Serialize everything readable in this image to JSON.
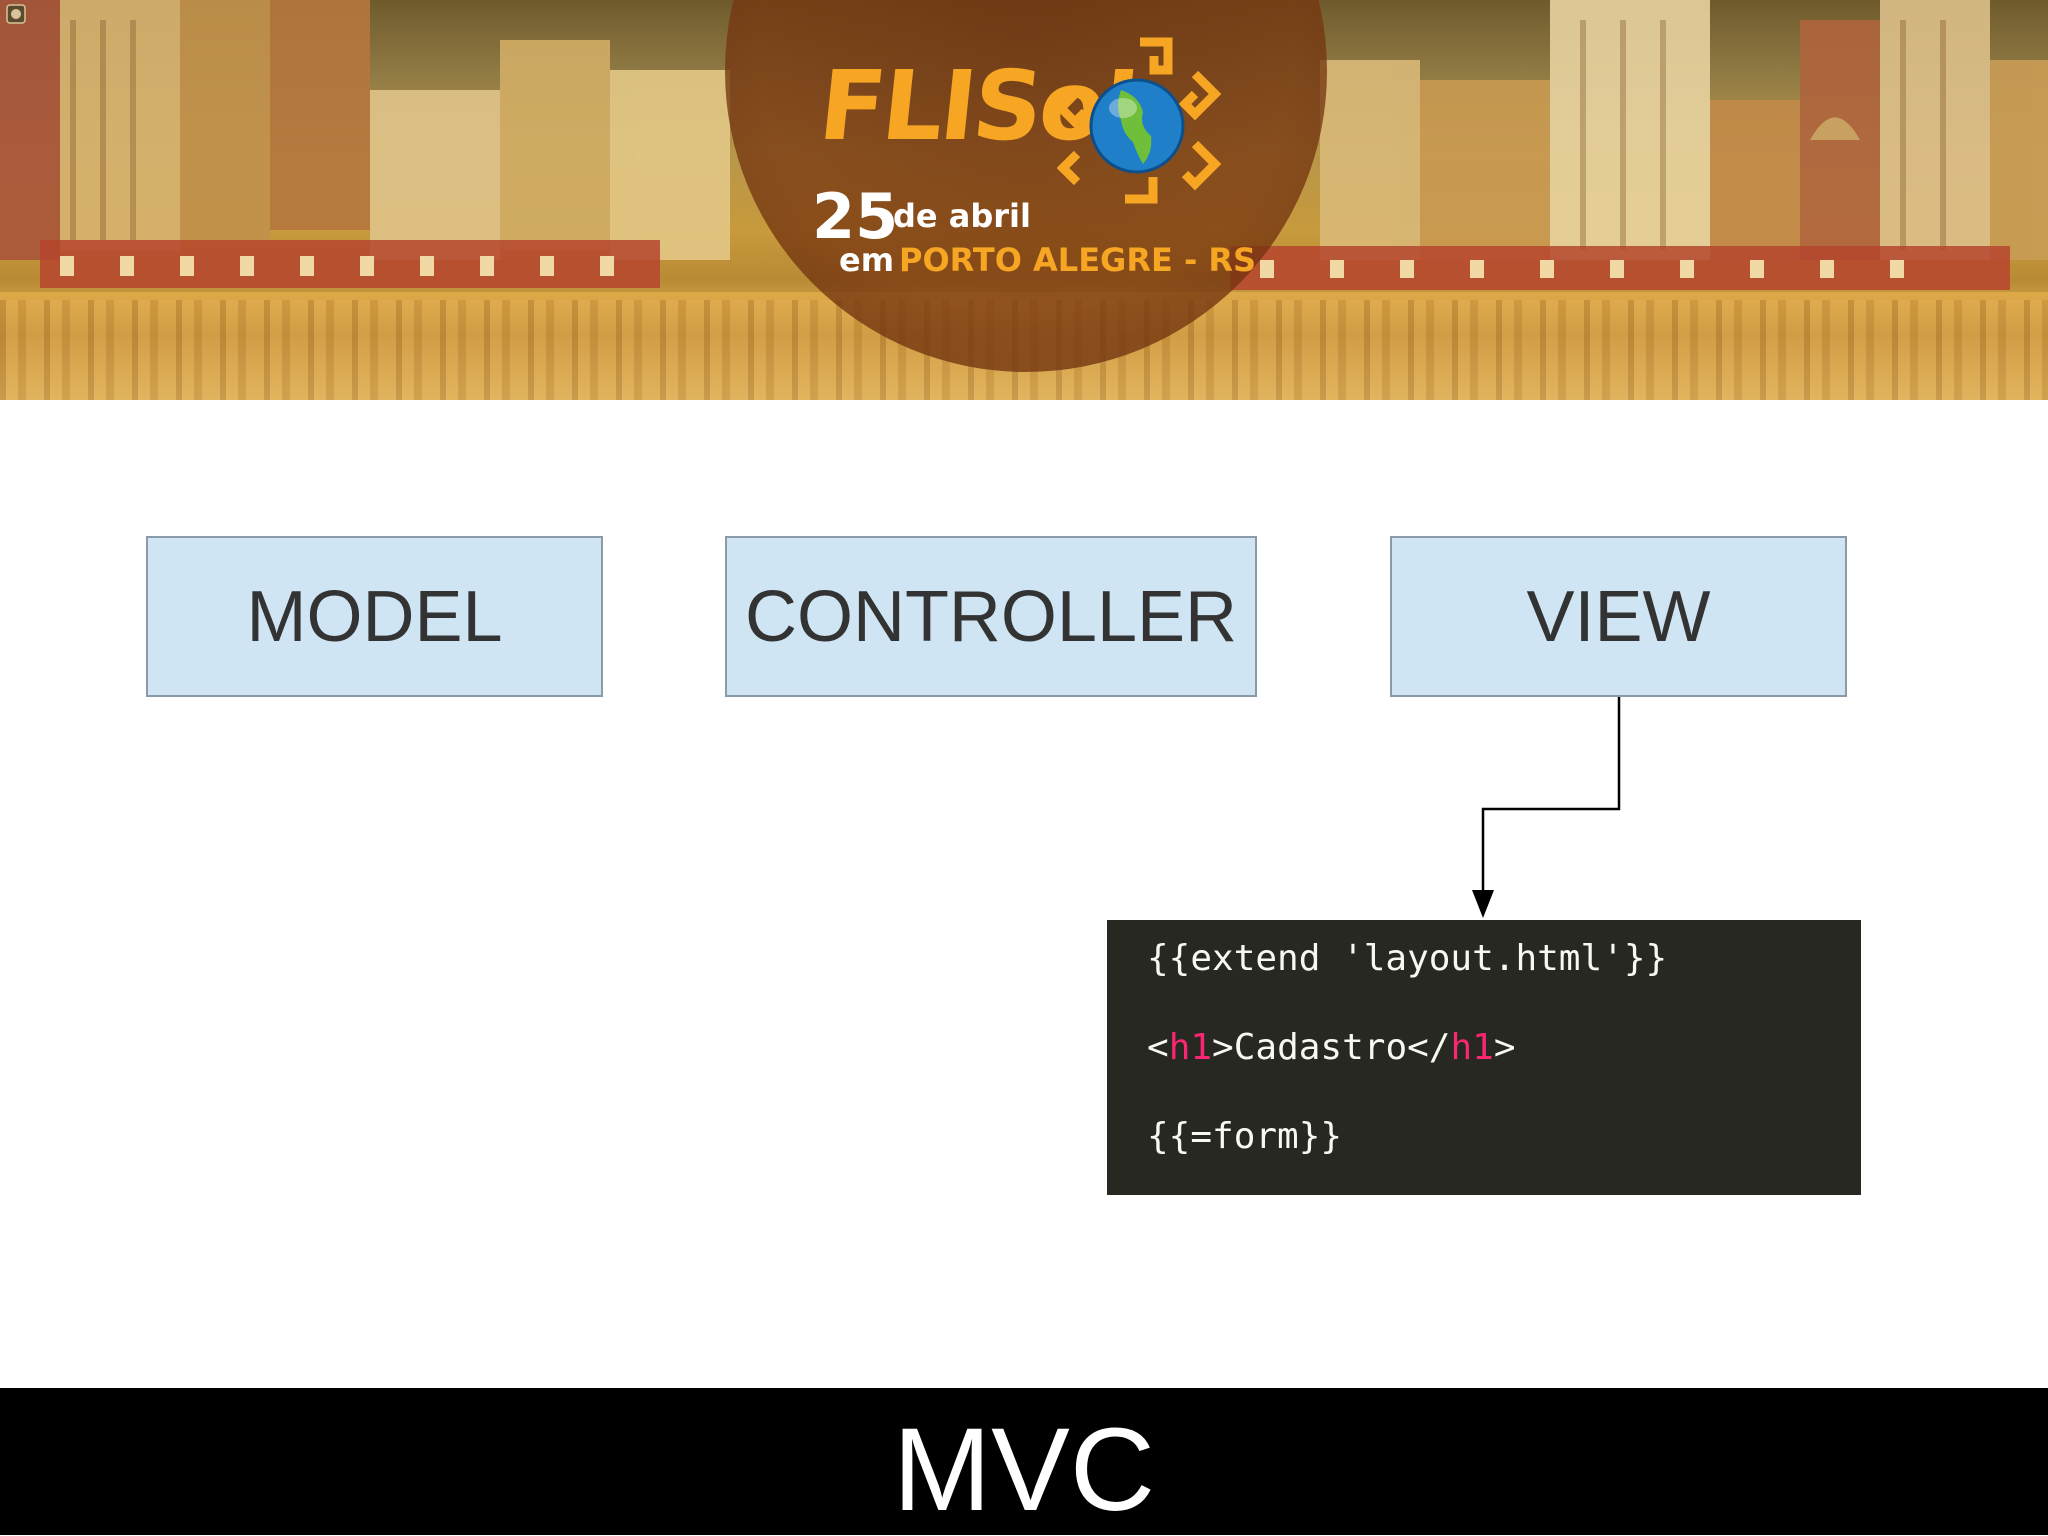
{
  "banner": {
    "logo_text": "FLISoL",
    "date_day": "25",
    "date_month": "de abril",
    "location_prefix": "em",
    "location_city": "PORTO ALEGRE - RS",
    "icons": [
      "globe-icon",
      "aztec-ornament-icon",
      "app-corner-icon"
    ],
    "colors": {
      "logo": "#f6a623",
      "circle": "#7a3510"
    }
  },
  "diagram": {
    "boxes": {
      "model": "MODEL",
      "controller": "CONTROLLER",
      "view": "VIEW"
    },
    "code": {
      "line1": "{{extend 'layout.html'}}",
      "line2": {
        "open_lt": "<",
        "open_tag": "h1",
        "open_gt": ">",
        "text": "Cadastro",
        "close_lt": "</",
        "close_tag": "h1",
        "close_gt": ">"
      },
      "line3": "{{=form}}"
    },
    "colors": {
      "box_fill": "#cfe5f3",
      "code_bg": "#272822",
      "keyword": "#f92672"
    }
  },
  "footer": {
    "title": "MVC"
  }
}
